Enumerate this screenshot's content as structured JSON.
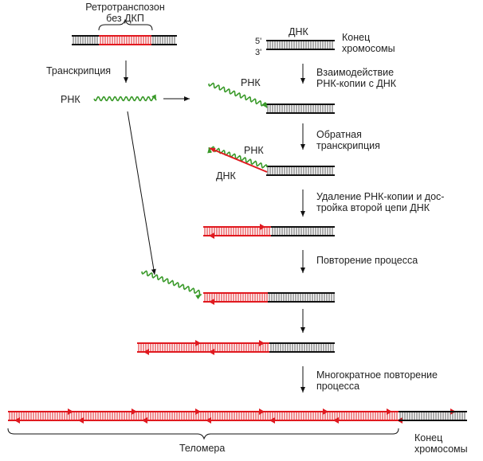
{
  "diagram": {
    "retrotransposon_label_line1": "Ретротранспозон",
    "retrotransposon_label_line2": "без ДКП",
    "transcription_label": "Транскрипция",
    "rna_label_left": "РНК",
    "dna_label": "ДНК",
    "five_prime": "5'",
    "three_prime": "3'",
    "chromosome_end_line1": "Конец",
    "chromosome_end_line2": "хромосомы",
    "step1_line1": "Взаимодействие",
    "step1_line2": "РНК-копии с ДНК",
    "rna_label_step1": "РНК",
    "step2_line1": "Обратная",
    "step2_line2": "транскрипция",
    "rna_label_step2": "РНК",
    "dna_label_step2": "ДНК",
    "step3_line1": "Удаление РНК-копии и дос-",
    "step3_line2": "тройка второй цепи ДНК",
    "step4": "Повторение процесса",
    "step5_line1": "Многократное  повторение",
    "step5_line2": "процесса",
    "telomere_label": "Теломера",
    "bottom_chromosome_end_line1": "Конец",
    "bottom_chromosome_end_line2": "хромосомы",
    "colors": {
      "red": "#e0191f",
      "black": "#111111",
      "green": "#3a9a2a",
      "rung": "#555555"
    }
  }
}
